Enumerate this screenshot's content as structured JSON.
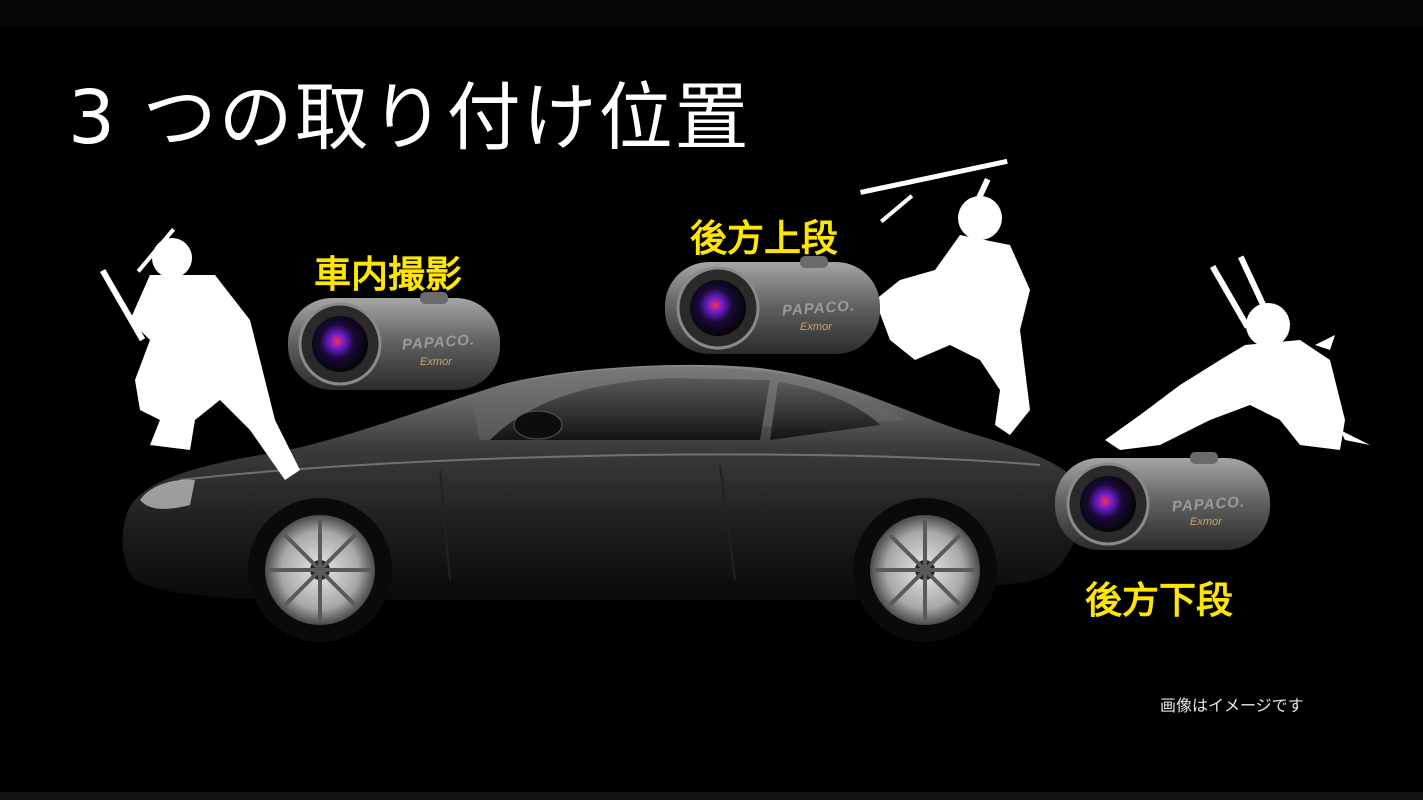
{
  "title": "3 つの取り付け位置",
  "labels": {
    "interior": "車内撮影",
    "rear_upper": "後方上段",
    "rear_lower": "後方下段"
  },
  "camera": {
    "brand": "PAPACO.",
    "sensor": "Exmor"
  },
  "note": "画像はイメージです",
  "colors": {
    "background": "#000000",
    "title": "#ffffff",
    "label": "#ffe600",
    "silhouette": "#ffffff",
    "car_body": "#3a3a3a"
  },
  "icons": [
    "ninja-silhouette-icon",
    "dashcam-icon",
    "sports-car-icon"
  ]
}
